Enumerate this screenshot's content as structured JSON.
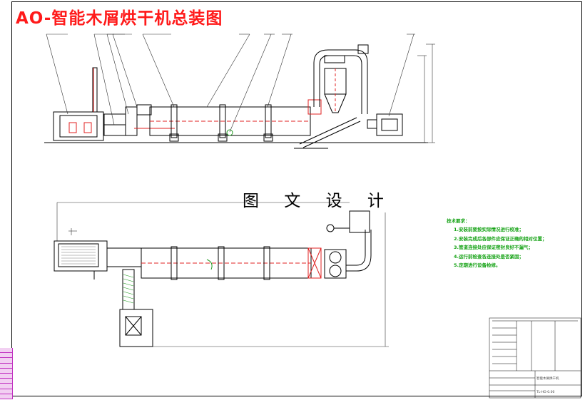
{
  "drawing": {
    "title": "AO-智能木屑烘干机总装图",
    "watermark": "图 文 设 计"
  },
  "technical_requirements": {
    "heading": "技术要求：",
    "items": [
      "1.安装前要按实际情况进行校准；",
      "2.安装完成后各部件应保证正确的相对位置；",
      "3.管道连接处应保证密封良好不漏气；",
      "4.运行前检查各连接处是否紧固；",
      "5.定期进行设备检修。"
    ]
  },
  "title_block": {
    "drawing_name": "智能木屑烘干机",
    "drawing_code": "TL-HG-0.00"
  },
  "colors": {
    "title": "#ff1a1a",
    "notes": "#16a316",
    "annotation_green": "#1f9a1f",
    "dimension_red": "#e02020",
    "leader_cyan": "#1aa7c8",
    "title_block_pink": "#c030c0"
  }
}
